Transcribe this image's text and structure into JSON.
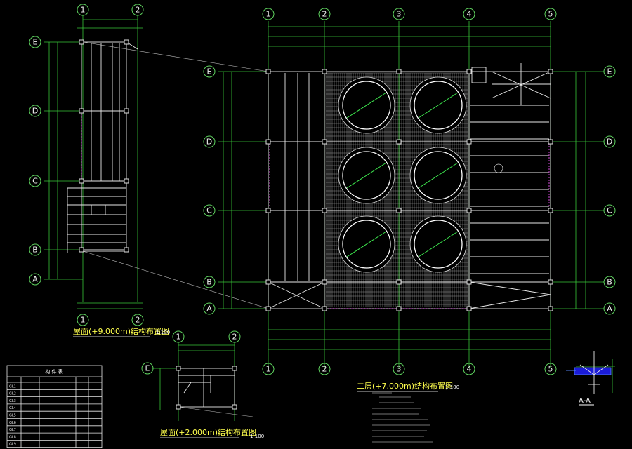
{
  "drawings": {
    "roof_plan": {
      "title": "屋面(+9.000m)结构布置图",
      "scale": "1:100"
    },
    "second_floor_plan": {
      "title": "二层(+7.000m)结构布置图",
      "scale": "1:100"
    },
    "roof_small_plan": {
      "title": "屋面(+2.000m)结构布置图",
      "scale": "1:100"
    },
    "section": {
      "title": "A-A"
    }
  },
  "axes": {
    "columns": [
      "1",
      "2",
      "3",
      "4",
      "5"
    ],
    "rows": [
      "E",
      "D",
      "C",
      "B",
      "A"
    ]
  },
  "table": {
    "title": "构 件 表",
    "codes": [
      "GL1",
      "GL2",
      "GL3",
      "GL4",
      "GL5",
      "GL6",
      "GL7",
      "GL8",
      "GL9"
    ]
  },
  "colors": {
    "axis": "#5fd35f",
    "beam": "#e8e8e8",
    "tank_diagonal": "#3ee84f",
    "purlin_highlight": "#d04ad6",
    "title": "#ffff4d"
  }
}
